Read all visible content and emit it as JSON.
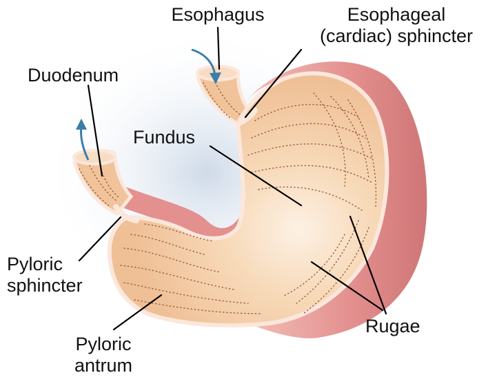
{
  "labels": {
    "esophagus": "Esophagus",
    "esophageal_sphincter_line1": "Esophageal",
    "esophageal_sphincter_line2": "(cardiac) sphincter",
    "duodenum": "Duodenum",
    "fundus": "Fundus",
    "pyloric_sphincter_line1": "Pyloric",
    "pyloric_sphincter_line2": "sphincter",
    "pyloric_antrum_line1": "Pyloric",
    "pyloric_antrum_line2": "antrum",
    "rugae": "Rugae"
  },
  "colors": {
    "outer_wall": "#e3908f",
    "outer_wall_light": "#f4c4bd",
    "inner_lining": "#f3c89f",
    "inner_highlight": "#fdf1e4",
    "rim": "#fbe7db",
    "rugae_dots": "#9c5a3c",
    "flow_arrow": "#3b7ea8",
    "shadow": "#c9d6e6",
    "leader_line": "#000000"
  },
  "icons": {
    "esophagus_flow": "flow-arrow-down-icon",
    "duodenum_flow": "flow-arrow-up-icon"
  }
}
